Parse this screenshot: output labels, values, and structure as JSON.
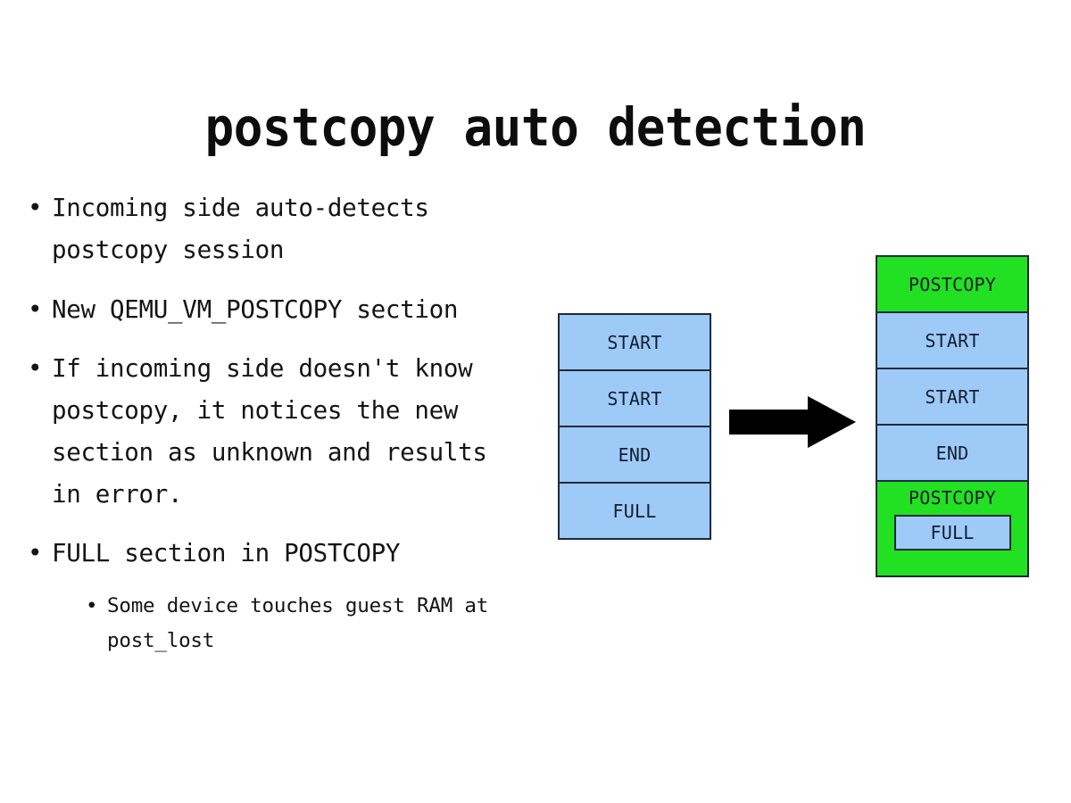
{
  "slide": {
    "title": "postcopy auto detection",
    "bullets": [
      {
        "marker": "•",
        "text": "Incoming side auto-detects\npostcopy session"
      },
      {
        "marker": "•",
        "text": "New QEMU_VM_POSTCOPY section"
      },
      {
        "marker": "•",
        "text": "If incoming side doesn't know\npostcopy, it notices the new\nsection as unknown and results\nin error."
      },
      {
        "marker": "•",
        "text": "FULL section in POSTCOPY",
        "sub": [
          {
            "marker": "•",
            "text": "Some device touches guest RAM at\npost_lost"
          }
        ]
      }
    ]
  },
  "diagram": {
    "arrow_icon": "right-arrow-icon",
    "colors": {
      "blue": "#9ECAF8",
      "green": "#22E022",
      "outline": "#1f2a3a",
      "arrow": "#000000"
    },
    "stack_before": {
      "name": "migration-stream-without-postcopy",
      "sections": [
        {
          "label": "START",
          "color": "blue"
        },
        {
          "label": "START",
          "color": "blue"
        },
        {
          "label": "END",
          "color": "blue"
        },
        {
          "label": "FULL",
          "color": "blue"
        }
      ]
    },
    "stack_after": {
      "name": "migration-stream-with-postcopy",
      "sections": [
        {
          "label": "POSTCOPY",
          "color": "green"
        },
        {
          "label": "START",
          "color": "blue"
        },
        {
          "label": "START",
          "color": "blue"
        },
        {
          "label": "END",
          "color": "blue"
        },
        {
          "label": "POSTCOPY",
          "color": "green",
          "nested_label": "FULL"
        }
      ]
    }
  }
}
